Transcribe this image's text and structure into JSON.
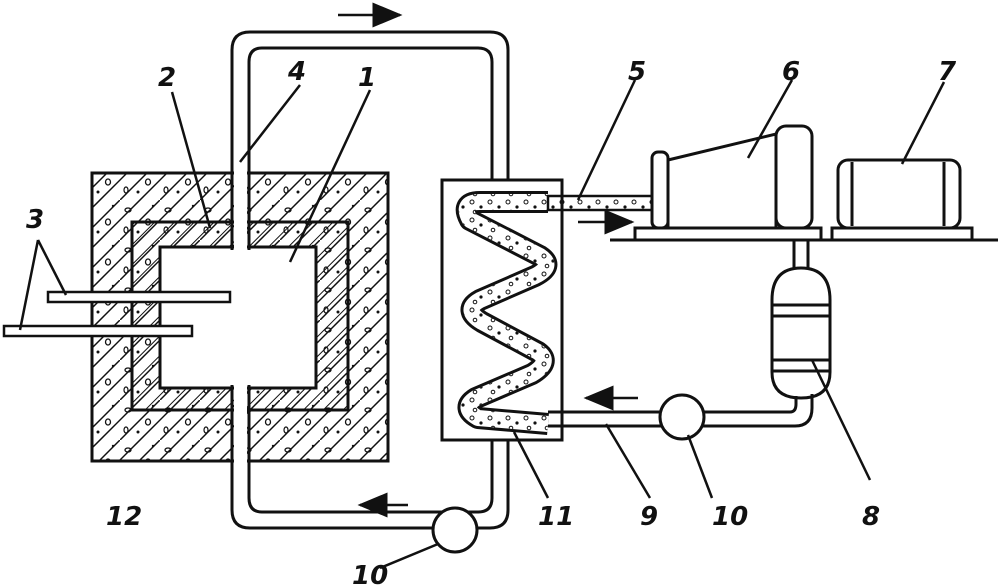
{
  "labels": {
    "l1": "1",
    "l2": "2",
    "l3": "3",
    "l4": "4",
    "l5": "5",
    "l6": "6",
    "l7": "7",
    "l8": "8",
    "l9": "9",
    "l10a": "10",
    "l10b": "10",
    "l11": "11",
    "l12": "12"
  },
  "colors": {
    "ink": "#111111",
    "paper": "#ffffff"
  }
}
